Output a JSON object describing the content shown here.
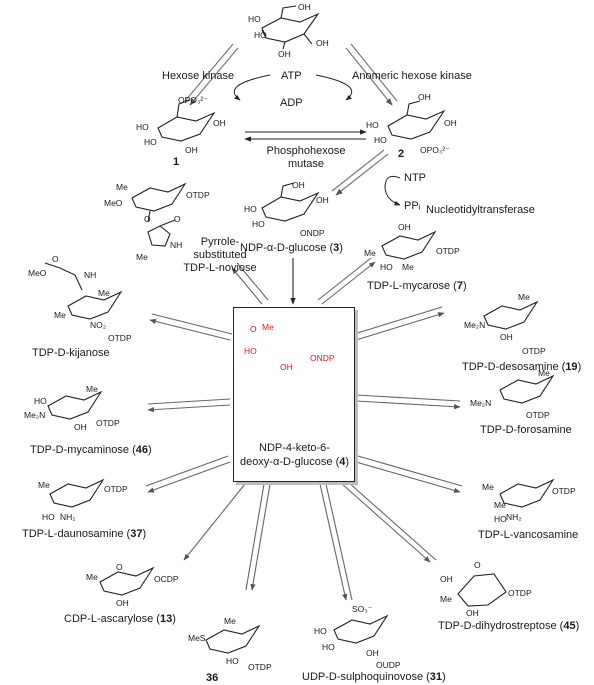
{
  "top": {
    "sugar_oh": [
      "HO",
      "HO",
      "OH",
      "OH",
      "OH"
    ],
    "atp": "ATP",
    "adp": "ADP",
    "hexose_kinase": "Hexose kinase",
    "anomeric_hexose_kinase": "Anomeric hexose kinase",
    "phosphohexose_mutase_1": "Phosphohexose",
    "phosphohexose_mutase_2": "mutase",
    "cmpd1": "1",
    "cmpd2": "2",
    "ntp": "NTP",
    "ppi": "PPᵢ",
    "nucleotidyltransferase": "Nucleotidyltransferase",
    "ndp_glucose_label": "NDP-α-D-glucose (",
    "ndp_glucose_num": "3",
    "opo3": "OPO₃²⁻",
    "ondp": "ONDP"
  },
  "center": {
    "label_1": "NDP-4-keto-6-",
    "label_2": "deoxy-α-D-glucose (",
    "num": "4",
    "me": "Me",
    "o": "O",
    "ho": "HO",
    "oh": "OH",
    "ondp": "ONDP"
  },
  "products": {
    "noviose_1": "Pyrrole-",
    "noviose_2": "substituted",
    "noviose_3": "TDP-L-noviose",
    "mycarose": "TDP-L-mycarose (",
    "mycarose_num": "7",
    "kijanose": "TDP-D-kijanose",
    "desosamine": "TDP-D-desosamine (",
    "desosamine_num": "19",
    "mycaminose": "TDP-D-mycaminose (",
    "mycaminose_num": "46",
    "forosamine": "TDP-D-forosamine",
    "daunosamine": "TDP-L-daunosamine (",
    "daunosamine_num": "37",
    "vancosamine": "TDP-L-vancosamine",
    "ascarylose": "CDP-L-ascarylose (",
    "ascarylose_num": "13",
    "dihydrostreptose": "TDP-D-dihydrostreptose (",
    "dihydrostreptose_num": "45",
    "cmpd36": "36",
    "sulphoquinovose": "UDP-D-sulphoquinovose (",
    "sulphoquinovose_num": "31",
    "close_paren": ")"
  },
  "atoms": {
    "otdp": "OTDP",
    "ocdp": "OCDP",
    "oudp": "OUDP",
    "meo": "MeO",
    "me": "Me",
    "me2n": "Me₂N",
    "nh2": "NH₂",
    "no2": "NO₂",
    "nh": "NH",
    "ho": "HO",
    "oh": "OH",
    "o": "O",
    "mes": "MeS",
    "so3": "SO₃⁻",
    "h": "H",
    "n": "N"
  }
}
